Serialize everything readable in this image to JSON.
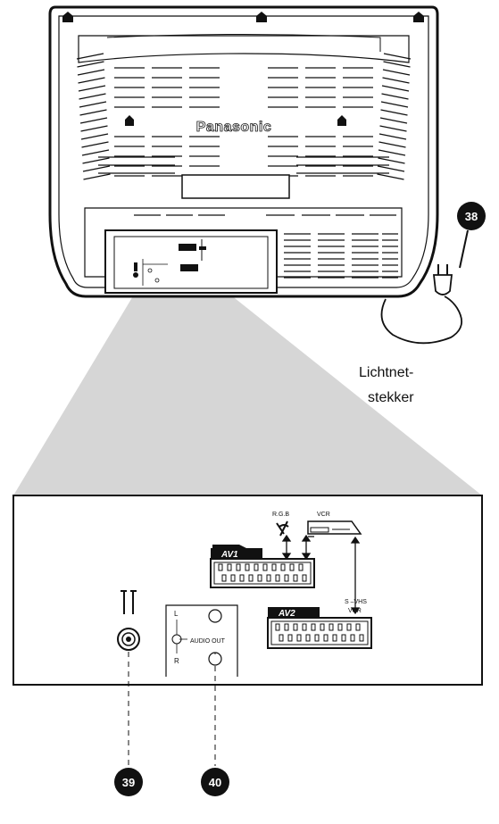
{
  "tv": {
    "brand": "Panasonic"
  },
  "power": {
    "callout": "38",
    "caption_line1": "Lichtnet-",
    "caption_line2": "stekker"
  },
  "panel": {
    "rgb_label": "R.G.B",
    "vcr_label": "VCR",
    "av1_label": "AV1",
    "av2_label": "AV2",
    "svhs_label": "S –VHS",
    "svhs_vcr_label": "VCR",
    "audio_l": "L",
    "audio_r": "R",
    "audio_out_label": "AUDIO OUT",
    "antenna_callout": "39",
    "audio_callout": "40"
  },
  "icons": [
    "antenna-icon",
    "satellite-icon",
    "vcr-icon",
    "scart-connector-icon",
    "plug-icon"
  ]
}
